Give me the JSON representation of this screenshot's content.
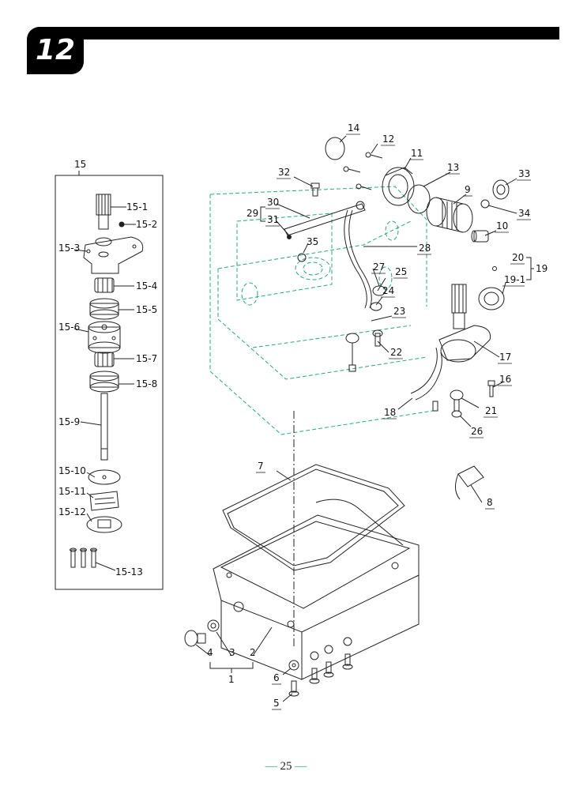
{
  "chapter": {
    "number": "12"
  },
  "page": {
    "number": "25",
    "dash_color": "#2aa876"
  },
  "colors": {
    "hidden_outline": "#2aa876",
    "line": "#222222"
  },
  "inset": {
    "title": "15"
  },
  "labels": {
    "p1": "1",
    "p2": "2",
    "p3": "3",
    "p4": "4",
    "p5": "5",
    "p6": "6",
    "p7": "7",
    "p8": "8",
    "p9": "9",
    "p10": "10",
    "p11": "11",
    "p12": "12",
    "p13": "13",
    "p14": "14",
    "p16": "16",
    "p17": "17",
    "p18": "18",
    "p19": "19",
    "p19_1": "19-1",
    "p20": "20",
    "p21": "21",
    "p22": "22",
    "p23": "23",
    "p24": "24",
    "p25": "25",
    "p26": "26",
    "p27": "27",
    "p28": "28",
    "p29": "29",
    "p30": "30",
    "p31": "31",
    "p32": "32",
    "p33": "33",
    "p34": "34",
    "p35": "35",
    "s15_1": "15-1",
    "s15_2": "15-2",
    "s15_3": "15-3",
    "s15_4": "15-4",
    "s15_5": "15-5",
    "s15_6": "15-6",
    "s15_7": "15-7",
    "s15_8": "15-8",
    "s15_9": "15-9",
    "s15_10": "15-10",
    "s15_11": "15-11",
    "s15_12": "15-12",
    "s15_13": "15-13"
  }
}
